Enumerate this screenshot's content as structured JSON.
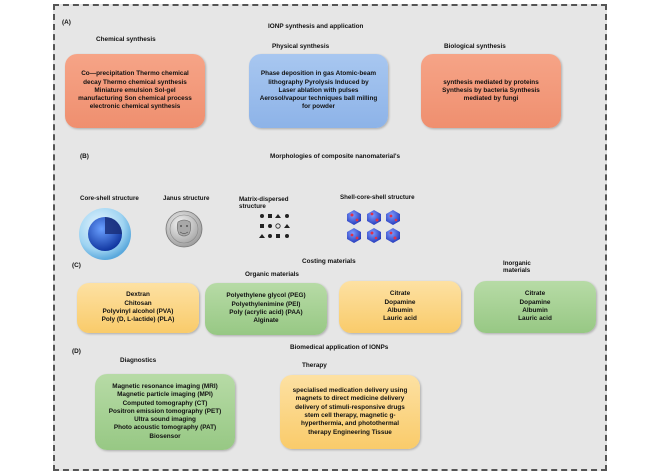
{
  "title": "IONP synthesis and application",
  "section_a": {
    "tag": "(A)",
    "chemical": {
      "heading": "Chemical  synthesis",
      "lines": [
        "Co—precipitation Thermo chemical",
        "decay Thermo chemical synthesis",
        "Miniature emulsion Sol-gel",
        "manufacturing Son chemical process",
        "electronic chemical synthesis"
      ]
    },
    "physical": {
      "heading": "Physical synthesis",
      "lines": [
        "Phase deposition in gas Atomic-beam",
        "lithography Pyrolysis Induced by",
        "Laser ablation with pulses",
        "Aerosol/vapour techniques ball milling",
        "for powder"
      ]
    },
    "biological": {
      "heading": "Biological synthesis",
      "lines": [
        "synthesis mediated by proteins",
        "Synthesis by bacteria Synthesis",
        "mediated by fungi"
      ]
    }
  },
  "section_b": {
    "tag": "(B)",
    "heading": "Morphologies of composite nanomaterial's",
    "items": {
      "core_shell": "Core-shell structure",
      "janus": "Janus structure",
      "matrix": [
        "Matrix-dispersed",
        "structure"
      ],
      "shell_core_shell": "Shell-core-shell structure"
    }
  },
  "section_c": {
    "tag": "(C)",
    "heading": "Costing materials",
    "organic_heading": "Organic materials",
    "inorganic_heading": [
      "Inorganic",
      "materials"
    ],
    "boxes": [
      [
        "Dextran",
        "Chitosan",
        "Polyvinyl alcohol (PVA)",
        "Poly (D, L-lactide) (PLA)"
      ],
      [
        "Polyethylene glycol (PEG)",
        "Polyethylenimine (PEI)",
        "Poly (acrylic acid) (PAA)",
        "Alginate"
      ],
      [
        "Citrate",
        "Dopamine",
        "Albumin",
        "Lauric acid"
      ],
      [
        "Citrate",
        "Dopamine",
        "Albumin",
        "Lauric acid"
      ]
    ]
  },
  "section_d": {
    "tag": "(D)",
    "heading": "Biomedical application of IONPs",
    "diagnostics": {
      "heading": "Diagnostics",
      "lines": [
        "Magnetic resonance imaging (MRI)",
        "Magnetic particle imaging (MPI)",
        "Computed tomography (CT)",
        "Positron emission tomography (PET)",
        "Ultra sound imaging",
        "Photo acoustic tomography (PAT)",
        "Biosensor"
      ]
    },
    "therapy": {
      "heading": "Therapy",
      "lines": [
        "specialised medication delivery using",
        "magnets to direct medicine delivery",
        "delivery of stimuli-responsive drugs",
        "stem cell therapy, magnetic g-",
        "hyperthermia, and photothermal",
        "therapy Engineering Tissue"
      ]
    }
  },
  "colors": {
    "orange": "#f29a7b",
    "blue": "#98bbeb",
    "yellow": "#fbd584",
    "green": "#a6d194",
    "frame_bg": "#e6e6e6"
  }
}
